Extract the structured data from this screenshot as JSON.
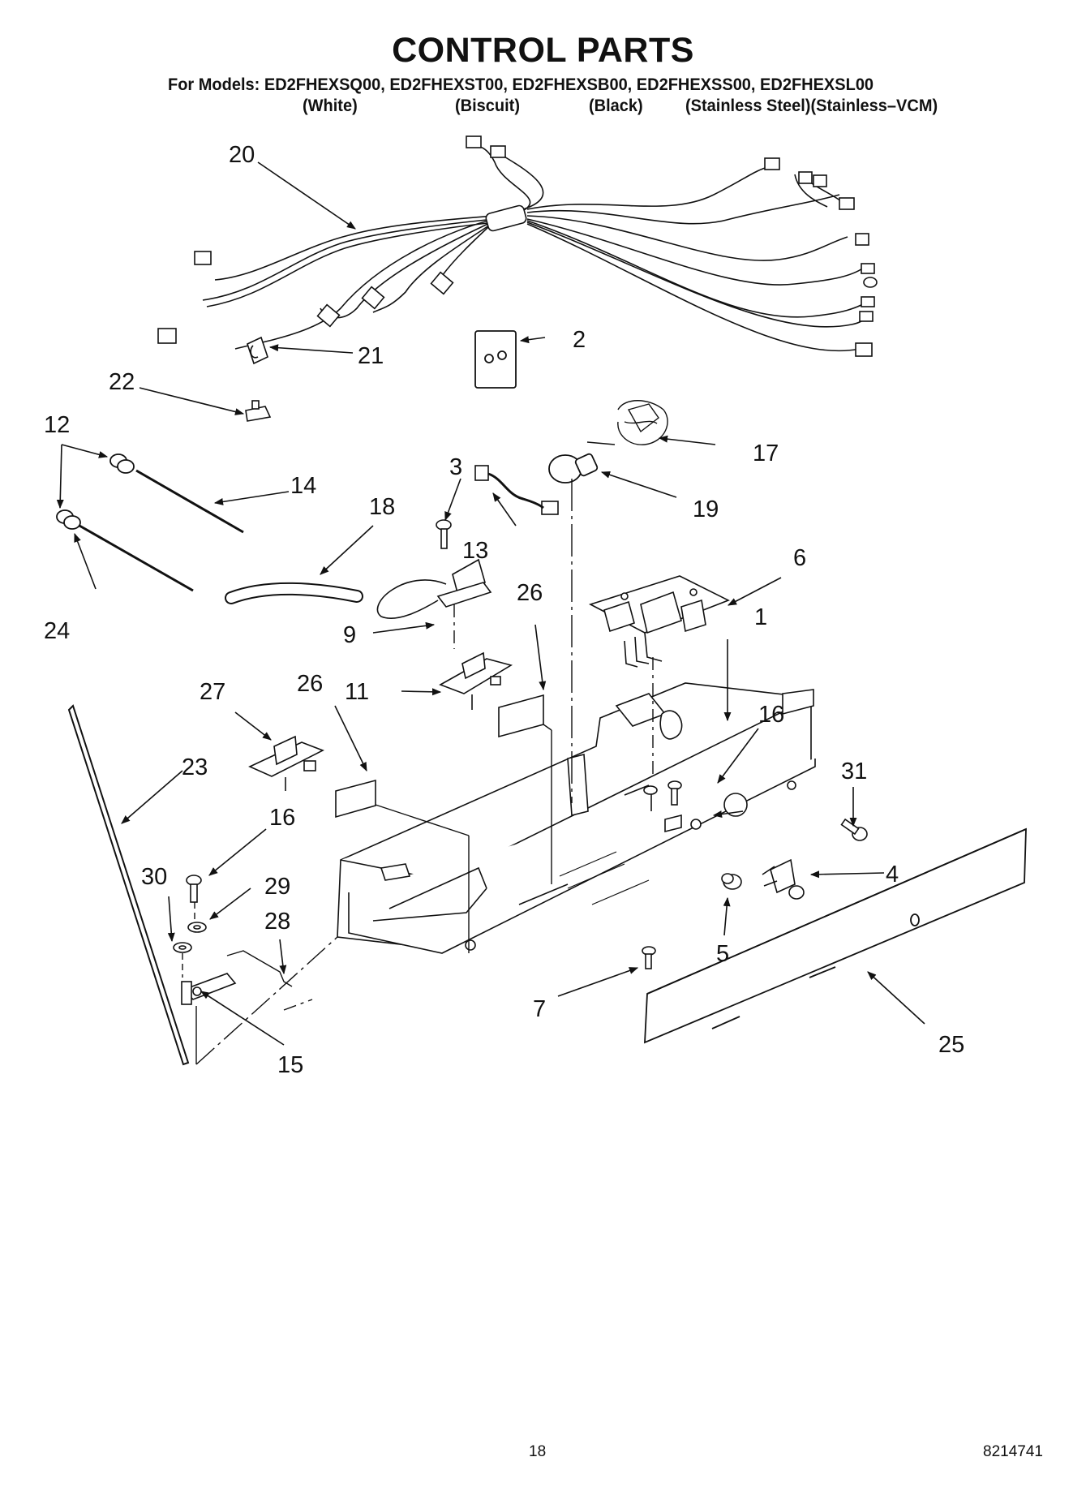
{
  "header": {
    "title": "CONTROL PARTS",
    "models_line": "For Models: ED2FHEXSQ00, ED2FHEXST00, ED2FHEXSB00, ED2FHEXSS00, ED2FHEXSL00",
    "colors": [
      "(White)",
      "(Biscuit)",
      "(Black)",
      "(Stainless Steel)(Stainless–VCM)"
    ]
  },
  "callouts": {
    "c1": "1",
    "c2": "2",
    "c3": "3",
    "c4": "4",
    "c5": "5",
    "c6": "6",
    "c7": "7",
    "c9": "9",
    "c11": "11",
    "c12": "12",
    "c13": "13",
    "c14": "14",
    "c15": "15",
    "c16a": "16",
    "c16b": "16",
    "c17": "17",
    "c18": "18",
    "c19": "19",
    "c20": "20",
    "c21": "21",
    "c22": "22",
    "c23": "23",
    "c24": "24",
    "c25": "25",
    "c26a": "26",
    "c26b": "26",
    "c27": "27",
    "c28": "28",
    "c29": "29",
    "c30": "30",
    "c31": "31"
  },
  "footer": {
    "page_number": "18",
    "doc_number": "8214741"
  }
}
